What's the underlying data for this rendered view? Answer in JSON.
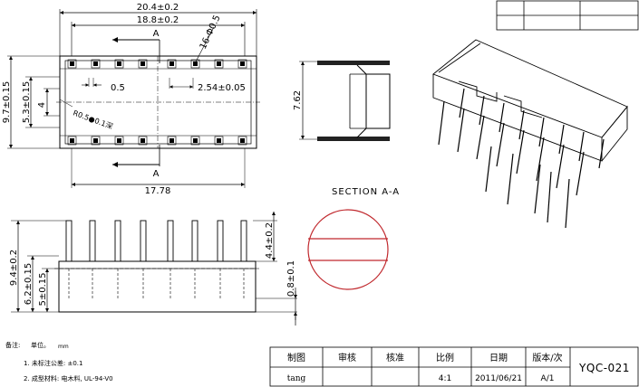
{
  "dims": {
    "top_width": "20.4±0.2",
    "pin_span": "18.8±0.2",
    "hole": "16-Φ0.5",
    "height_total": "9.7±0.15",
    "height_inner": "5.3±0.15",
    "small_gap": "0.5",
    "pitch": "2.54±0.05",
    "radius": "R0.5●0.1深",
    "bottom_span": "17.78",
    "section_width": "7.62",
    "pin_length": "4.4±0.2",
    "side_h1": "9.4±0.2",
    "side_h2": "6.2±0.15",
    "side_h3": "5±0.15",
    "base_thk": "0.8±0.1",
    "four": "4",
    "section_marker": "A"
  },
  "section_label": "SECTION  A-A",
  "notes": {
    "title": "备注:",
    "unit": "单位。",
    "unit_value": "mm",
    "line1": "1. 未标注公差: ±0.1",
    "line2": "2. 成型材料: 电木料, UL-94-V0"
  },
  "title_block": {
    "headers": [
      "制图",
      "审核",
      "核准",
      "比例",
      "日期",
      "版本/次"
    ],
    "values": [
      "tang",
      "",
      "",
      "4:1",
      "2011/06/21",
      "A/1"
    ],
    "drawing_no": "YQC-021"
  }
}
